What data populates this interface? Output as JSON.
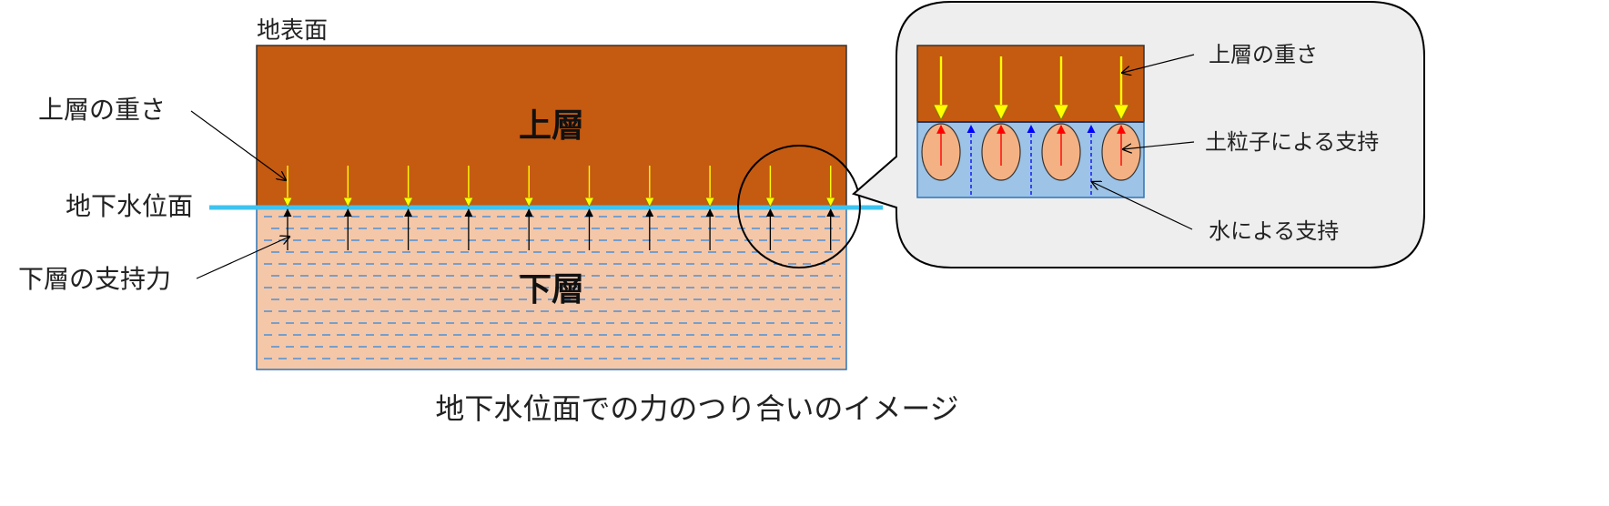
{
  "labels": {
    "ground_surface": "地表面",
    "upper_weight": "上層の重さ",
    "water_table": "地下水位面",
    "lower_support": "下層の支持力",
    "upper_layer": "上層",
    "lower_layer": "下層",
    "caption": "地下水位面での力のつり合いのイメージ"
  },
  "callout": {
    "upper_weight": "上層の重さ",
    "particle_support": "土粒子による支持",
    "water_support": "水による支持"
  },
  "colors": {
    "upper_layer": "#c55a11",
    "lower_layer": "#f4c7a8",
    "water_line": "#3dc3f0",
    "water_dash": "#2e86de",
    "weight_arrow": "#ffff00",
    "support_arrow": "#000000",
    "particle": "#f4b183",
    "callout_water": "#9dc3e6",
    "particle_arrow": "#ff0000",
    "water_arrow": "#0000ff",
    "callout_bg": "#eeeeee"
  },
  "icons": {
    "weight": "arrow-down-icon",
    "support": "arrow-up-icon",
    "zoom": "circle-magnifier-icon"
  }
}
